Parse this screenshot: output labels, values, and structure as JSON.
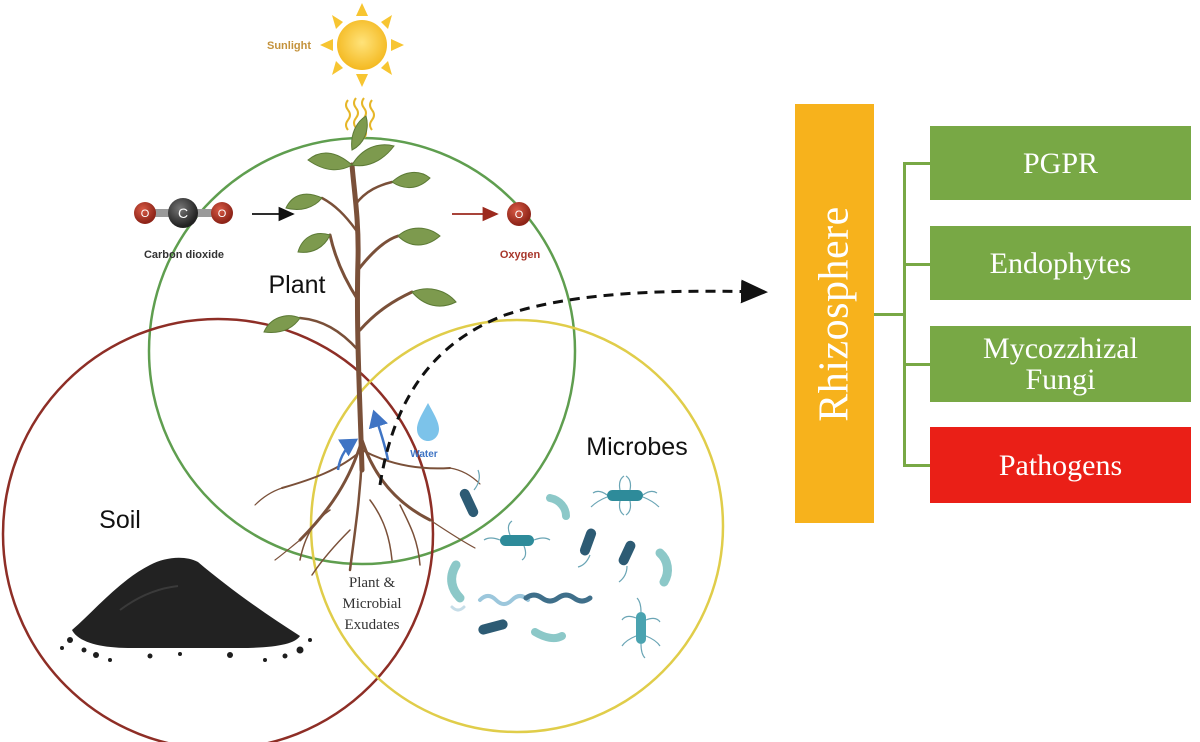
{
  "diagram": {
    "sunlight_label": "Sunlight",
    "co2_label": "Carbon dioxide",
    "co2_atoms": [
      "O",
      "C",
      "O"
    ],
    "oxygen_label": "Oxygen",
    "oxygen_atom": "O",
    "plant_label": "Plant",
    "soil_label": "Soil",
    "microbes_label": "Microbes",
    "water_label": "Water",
    "exudates_lines": [
      "Plant &",
      "Microbial",
      "Exudates"
    ],
    "colors": {
      "plant_circle": "#5f9e4f",
      "soil_circle": "#8e2e26",
      "microbes_circle": "#e0cd4a",
      "sun": "#f7c531",
      "root": "#7a5039",
      "leaf": "#7d9a4e"
    }
  },
  "rhizosphere": {
    "title": "Rhizosphere",
    "categories": [
      {
        "label": "PGPR",
        "color": "#78a845"
      },
      {
        "label": "Endophytes",
        "color": "#78a845"
      },
      {
        "label": "Mycozzhizal Fungi",
        "color": "#78a845"
      },
      {
        "label": "Pathogens",
        "color": "#ea1f17"
      }
    ]
  }
}
